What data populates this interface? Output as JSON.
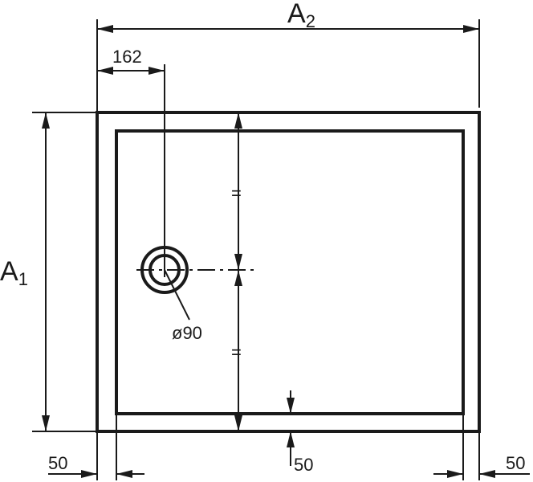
{
  "diagram": {
    "width_symbol": {
      "letter": "A",
      "subscript": "2"
    },
    "height_symbol": {
      "letter": "A",
      "subscript": "1"
    },
    "drain_offset": "162",
    "drain_diameter": "ø90",
    "equal_top": "=",
    "equal_bottom": "=",
    "rim_left": "50",
    "rim_bottom": "50",
    "rim_right": "50",
    "colors": {
      "line": "#1a1a1a",
      "background": "#ffffff"
    }
  }
}
